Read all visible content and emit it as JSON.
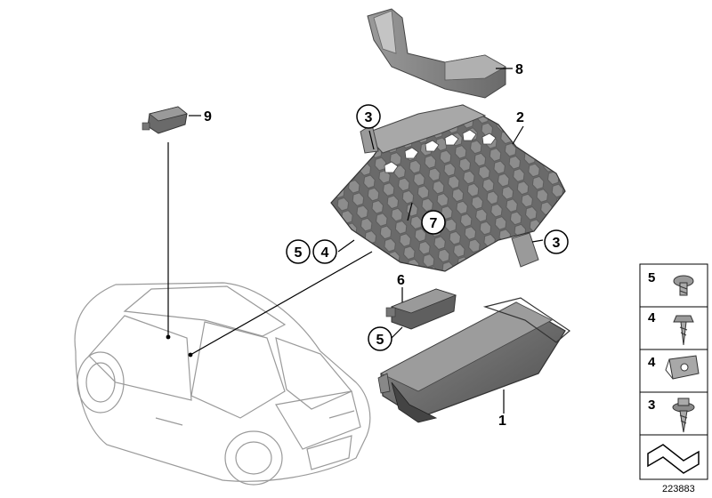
{
  "callouts": {
    "c1": "1",
    "c2": "2",
    "c3a": "3",
    "c3b": "3",
    "c4": "4",
    "c5a": "5",
    "c5b": "5",
    "c6": "6",
    "c7": "7",
    "c8": "8",
    "c9": "9"
  },
  "legend": {
    "items": [
      "5",
      "4",
      "4",
      "3"
    ]
  },
  "diagram_id": "223883",
  "colors": {
    "part_dark": "#5f5f5f",
    "part_mid": "#8a8a8a",
    "part_light": "#b5b5b5",
    "car_outline": "#9a9a9a"
  }
}
